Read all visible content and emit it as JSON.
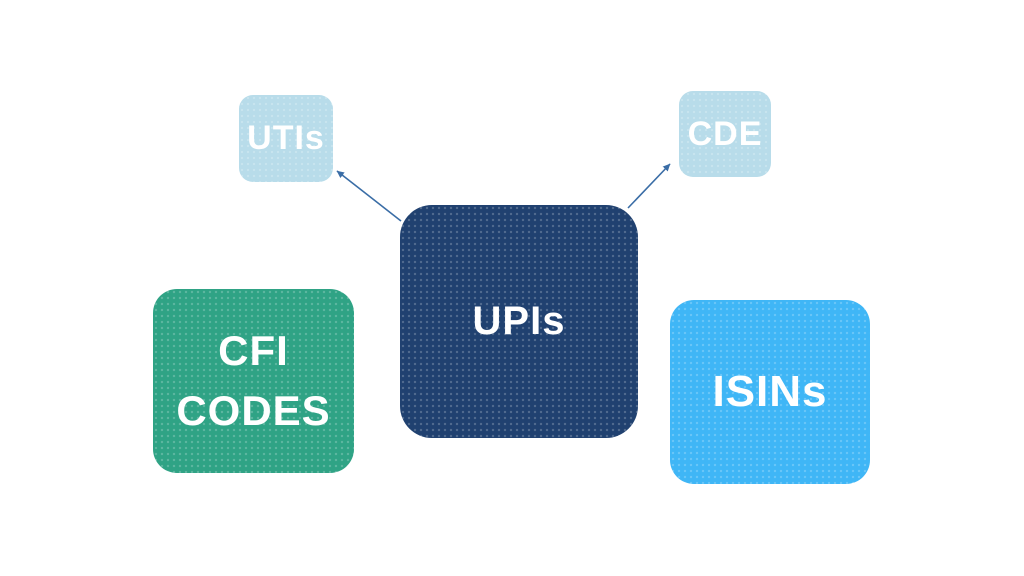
{
  "diagram": {
    "background_color": "#ffffff",
    "arrow_color": "#3a6da6",
    "nodes": {
      "utis": {
        "label": "UTIs",
        "color": "#b8dcea",
        "text_color": "#ffffff"
      },
      "cde": {
        "label": "CDE",
        "color": "#b8dcea",
        "text_color": "#ffffff"
      },
      "upis": {
        "label": "UPIs",
        "color": "#204170",
        "text_color": "#ffffff"
      },
      "cfi_codes": {
        "lines": [
          "CFI",
          "CODES"
        ],
        "color": "#2fa385",
        "text_color": "#ffffff"
      },
      "isins": {
        "label": "ISINs",
        "color": "#3fb6f6",
        "text_color": "#ffffff"
      }
    },
    "connections": [
      {
        "from": "upis",
        "to": "utis"
      },
      {
        "from": "upis",
        "to": "cde"
      }
    ]
  }
}
